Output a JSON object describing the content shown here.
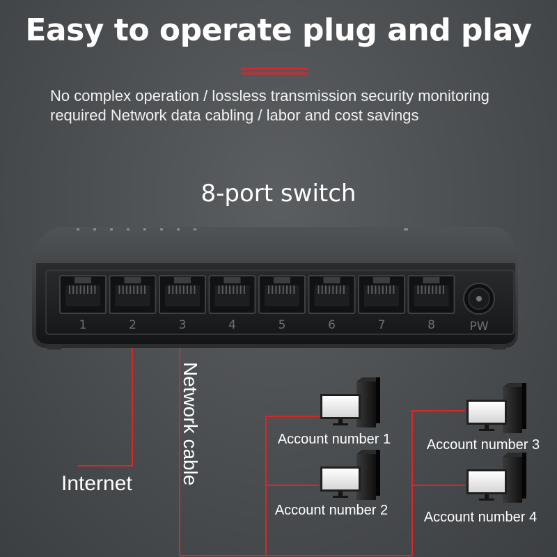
{
  "header": {
    "title": "Easy to operate plug and play",
    "subtitle_line1": "No complex operation / lossless transmission security monitoring",
    "subtitle_line2": "required  Network data cabling / labor and cost savings"
  },
  "device": {
    "label": "8-port switch",
    "ports": [
      "1",
      "2",
      "3",
      "4",
      "5",
      "6",
      "7",
      "8"
    ],
    "power_label": "PW"
  },
  "labels": {
    "internet": "Internet",
    "network_cable": "Network cable",
    "computers": [
      "Account number 1",
      "Account number 2",
      "Account number 3",
      "Account number 4"
    ]
  },
  "colors": {
    "accent": "#d9262b",
    "cable": "#d8262b",
    "background": "#4a4d50"
  },
  "icons": [
    "switch-device-icon",
    "rj45-port-icon",
    "power-jack-icon",
    "desktop-computer-icon"
  ]
}
